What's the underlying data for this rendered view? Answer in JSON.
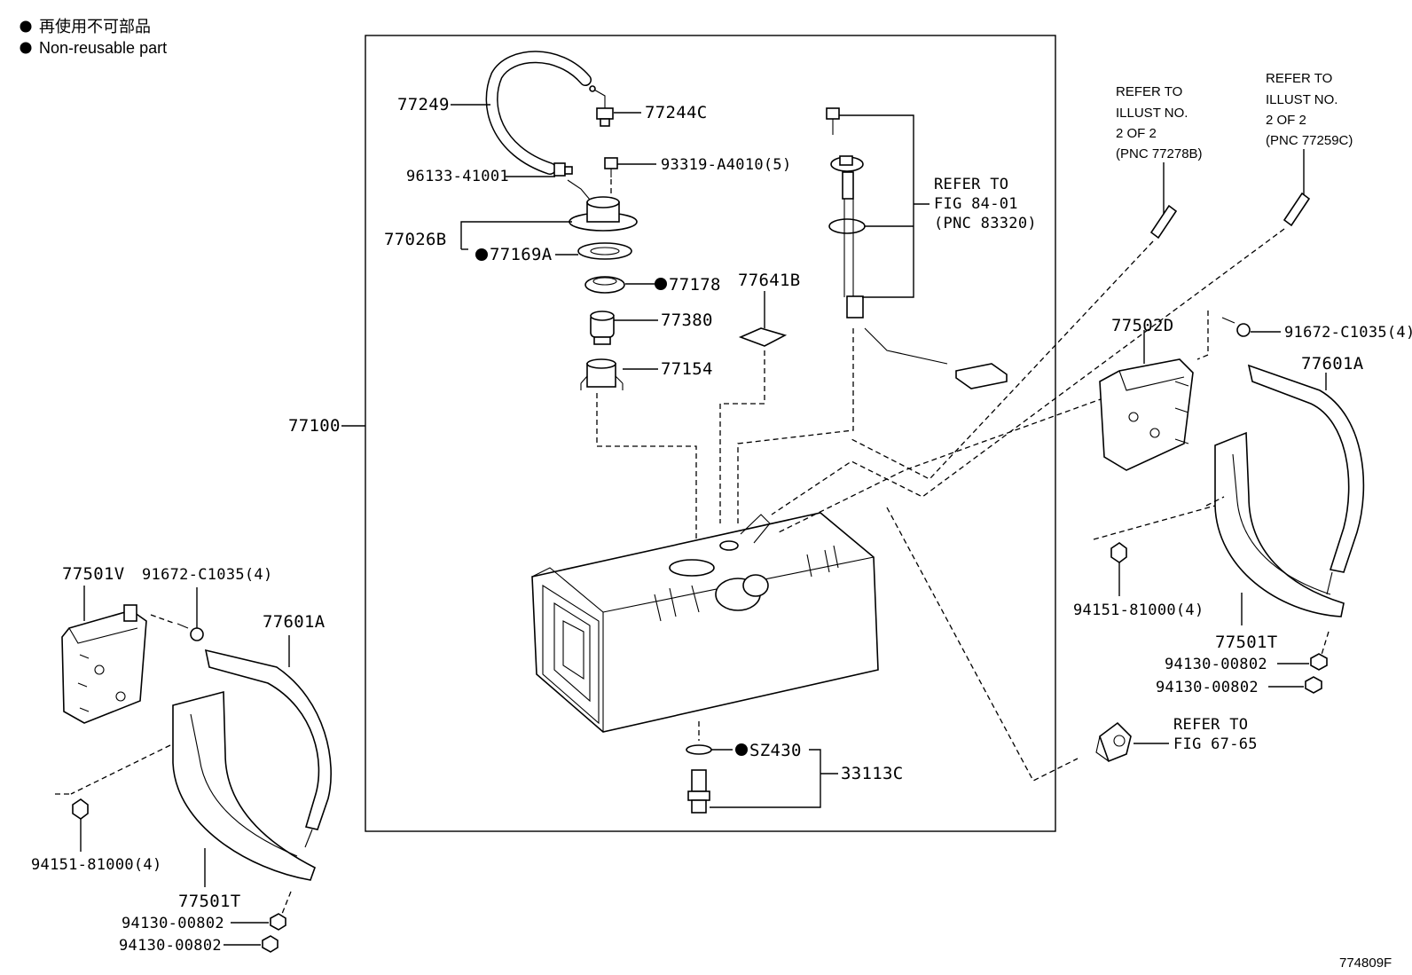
{
  "legend": {
    "jp": "再使用不可部品",
    "en": "Non-reusable part"
  },
  "labels": {
    "p77249": "77249",
    "p77244C": "77244C",
    "p96133": "96133-41001",
    "p93319": "93319-A4010(5)",
    "p77026B": "77026B",
    "p77169A": "77169A",
    "p77178": "77178",
    "p77641B": "77641B",
    "p77380": "77380",
    "p77154": "77154",
    "p77100": "77100",
    "pSZ430": "SZ430",
    "p33113C": "33113C",
    "p77501V": "77501V",
    "p91672_left": "91672-C1035(4)",
    "p77601A_left": "77601A",
    "p94151_left": "94151-81000(4)",
    "p77501T_left": "77501T",
    "p94130_left_1": "94130-00802",
    "p94130_left_2": "94130-00802",
    "p77502D": "77502D",
    "p91672_right": "91672-C1035(4)",
    "p77601A_right": "77601A",
    "p94151_right": "94151-81000(4)",
    "p77501T_right": "77501T",
    "p94130_right_1": "94130-00802",
    "p94130_right_2": "94130-00802",
    "figure_id": "774809F"
  },
  "refs": {
    "fig84": [
      "REFER TO",
      "FIG 84-01",
      "(PNC 83320)"
    ],
    "fig67": [
      "REFER TO",
      "FIG 67-65"
    ],
    "illust_a": [
      "REFER TO",
      "ILLUST NO.",
      "2 OF 2",
      "(PNC 77278B)"
    ],
    "illust_b": [
      "REFER TO",
      "ILLUST NO.",
      "2 OF 2",
      "(PNC 77259C)"
    ]
  }
}
